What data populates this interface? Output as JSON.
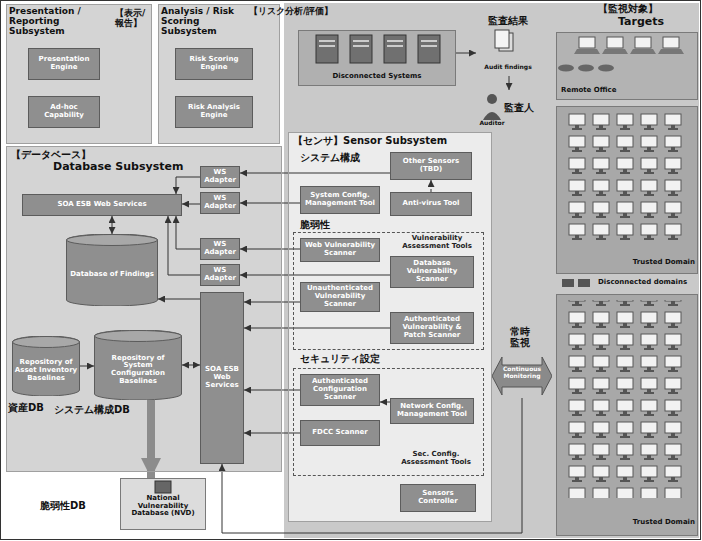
{
  "diagram": {
    "nodes": [
      {
        "text": [
          "Presentation / Reporting Subsystem",
          "【表示/報告】"
        ]
      },
      {
        "text": [
          "Presentation Engine"
        ],
        "in": 0
      },
      {
        "text": [
          "Ad-hoc Capability"
        ],
        "in": 0
      },
      {
        "text": [
          "Analysis / Risk Scoring Subsystem",
          "【リスク分析/評価】"
        ]
      },
      {
        "text": [
          "Risk Scoring Engine"
        ],
        "in": 3
      },
      {
        "text": [
          "Risk Analysis Engine"
        ],
        "in": 3
      },
      {
        "text": [
          "【データベース】",
          "Database Subsystem"
        ]
      },
      {
        "text": [
          "SOA ESB Web Services"
        ],
        "in": 6
      },
      {
        "text": [
          "WS Adapter"
        ],
        "in": 6
      },
      {
        "text": [
          "WS Adapter"
        ],
        "in": 6
      },
      {
        "text": [
          "WS Adapter"
        ],
        "in": 6
      },
      {
        "text": [
          "WS Adapter"
        ],
        "in": 6
      },
      {
        "text": [
          "Database of Findings"
        ],
        "in": 6
      },
      {
        "text": [
          "Repository of Asset Inventory Baselines"
        ],
        "in": 6
      },
      {
        "text": [
          "Repository of System Configuration Baselines"
        ],
        "in": 6
      },
      {
        "text": [
          "SOA ESB Web Services"
        ],
        "in": 6
      },
      {
        "text": [
          "National Vulnerability Database (NVD)"
        ]
      },
      {
        "text": [
          "Disconnected Systems"
        ]
      },
      {
        "text": [
          "監査結果",
          "Audit findings"
        ]
      },
      {
        "text": [
          "Auditor",
          "監査人"
        ]
      },
      {
        "text": [
          "【センサ】Sensor Subsystem"
        ]
      },
      {
        "text": [
          "Other Sensors (TBD)"
        ],
        "in": 20
      },
      {
        "text": [
          "System Config. Management Tool"
        ],
        "in": 20
      },
      {
        "text": [
          "Anti-virus Tool"
        ],
        "in": 20
      },
      {
        "text": [
          "Vulnerability Assessment Tools"
        ],
        "in": 20
      },
      {
        "text": [
          "Web Vulnerability Scanner"
        ],
        "in": 24
      },
      {
        "text": [
          "Database Vulnerability Scanner"
        ],
        "in": 24
      },
      {
        "text": [
          "Unauthenticated Vulnerability Scanner"
        ],
        "in": 24
      },
      {
        "text": [
          "Authenticated Vulnerability & Patch Scanner"
        ],
        "in": 24
      },
      {
        "text": [
          "Sec. Config. Assessment Tools"
        ],
        "in": 20
      },
      {
        "text": [
          "Authenticated Configuration Scanner"
        ],
        "in": 29
      },
      {
        "text": [
          "Network Config. Management Tool"
        ],
        "in": 29
      },
      {
        "text": [
          "FDCC Scanner"
        ],
        "in": 29
      },
      {
        "text": [
          "Sensors Controller"
        ],
        "in": 20
      },
      {
        "text": [
          "常時監視",
          "Continuous Monitoring"
        ]
      },
      {
        "text": [
          "Remote Office"
        ]
      },
      {
        "text": [
          "Trusted Domain"
        ]
      },
      {
        "text": [
          "Trusted Domain"
        ]
      }
    ],
    "edges": [
      {
        "from": 8,
        "to": 7,
        "arrow": "to"
      },
      {
        "from": 9,
        "to": 7,
        "arrow": "to"
      },
      {
        "from": 10,
        "to": 7,
        "arrow": "to"
      },
      {
        "from": 11,
        "to": 7,
        "arrow": "to"
      },
      {
        "from": 12,
        "to": 7,
        "arrow": "both"
      },
      {
        "from": 15,
        "to": 12,
        "arrow": "to"
      },
      {
        "from": 13,
        "to": 14,
        "arrow": "to"
      },
      {
        "from": 14,
        "to": 15,
        "arrow": "both"
      },
      {
        "from": 14,
        "to": 16,
        "arrow": "to"
      },
      {
        "from": 17,
        "to": 18,
        "arrow": "to"
      },
      {
        "from": 18,
        "to": 19,
        "arrow": "to"
      },
      {
        "from": 21,
        "to": 8,
        "arrow": "to"
      },
      {
        "from": 22,
        "to": 9,
        "arrow": "to"
      },
      {
        "from": 23,
        "to": 21,
        "arrow": "to"
      },
      {
        "from": 25,
        "to": 10,
        "arrow": "to"
      },
      {
        "from": 26,
        "to": 11,
        "arrow": "to"
      },
      {
        "from": 27,
        "to": 15,
        "arrow": "to"
      },
      {
        "from": 28,
        "to": 15,
        "arrow": "to"
      },
      {
        "from": 30,
        "to": 15,
        "arrow": "to"
      },
      {
        "from": 31,
        "to": 30,
        "arrow": "to"
      },
      {
        "from": 32,
        "to": 15,
        "arrow": "to"
      },
      {
        "from": 34,
        "to": 15,
        "arrow": "to"
      }
    ],
    "labels": [
      "資産DB",
      "システム構成DB",
      "脆弱性DB",
      "システム構成",
      "脆弱性",
      "セキュリティ設定",
      "【監視対象】",
      "Targets",
      "Disconnected domains"
    ]
  }
}
